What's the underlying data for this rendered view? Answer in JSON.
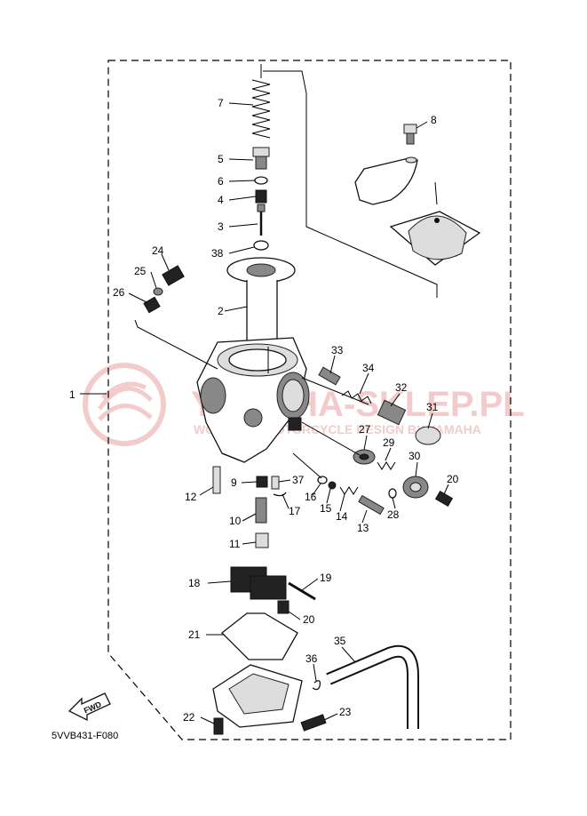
{
  "diagram": {
    "code": "5VVB431-F080",
    "fwd_label": "FWD",
    "watermark": {
      "text": "YAMAHA-SKLEP.PL",
      "subtext": "WORLD OF MOTORCYCLE DESIGN BY YAMAHA",
      "color": "#f3c6c6"
    },
    "parts": [
      {
        "id": "1",
        "label": "1"
      },
      {
        "id": "2",
        "label": "2"
      },
      {
        "id": "3",
        "label": "3"
      },
      {
        "id": "4",
        "label": "4"
      },
      {
        "id": "5",
        "label": "5"
      },
      {
        "id": "6",
        "label": "6"
      },
      {
        "id": "7",
        "label": "7"
      },
      {
        "id": "8",
        "label": "8"
      },
      {
        "id": "9",
        "label": "9"
      },
      {
        "id": "10",
        "label": "10"
      },
      {
        "id": "11",
        "label": "11"
      },
      {
        "id": "12",
        "label": "12"
      },
      {
        "id": "13",
        "label": "13"
      },
      {
        "id": "14",
        "label": "14"
      },
      {
        "id": "15",
        "label": "15"
      },
      {
        "id": "16",
        "label": "16"
      },
      {
        "id": "17",
        "label": "17"
      },
      {
        "id": "18",
        "label": "18"
      },
      {
        "id": "19",
        "label": "19"
      },
      {
        "id": "20a",
        "label": "20"
      },
      {
        "id": "20b",
        "label": "20"
      },
      {
        "id": "21",
        "label": "21"
      },
      {
        "id": "22",
        "label": "22"
      },
      {
        "id": "23",
        "label": "23"
      },
      {
        "id": "24",
        "label": "24"
      },
      {
        "id": "25",
        "label": "25"
      },
      {
        "id": "26",
        "label": "26"
      },
      {
        "id": "27",
        "label": "27"
      },
      {
        "id": "28",
        "label": "28"
      },
      {
        "id": "29",
        "label": "29"
      },
      {
        "id": "30",
        "label": "30"
      },
      {
        "id": "31",
        "label": "31"
      },
      {
        "id": "32",
        "label": "32"
      },
      {
        "id": "33",
        "label": "33"
      },
      {
        "id": "34",
        "label": "34"
      },
      {
        "id": "35",
        "label": "35"
      },
      {
        "id": "36",
        "label": "36"
      },
      {
        "id": "37",
        "label": "37"
      },
      {
        "id": "38",
        "label": "38"
      }
    ]
  }
}
